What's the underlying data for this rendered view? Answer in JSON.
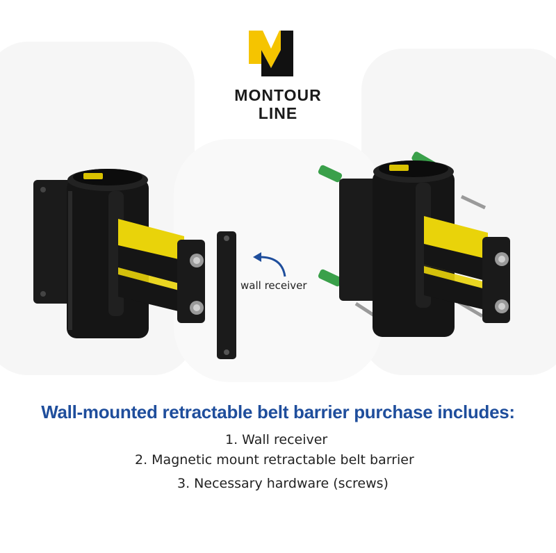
{
  "brand": {
    "name_line1": "MONTOUR",
    "name_line2": "LINE",
    "colors": {
      "yellow": "#f5c400",
      "black": "#111111"
    }
  },
  "images": {
    "left_product": "retractable-belt-barrier-with-wall-receiver",
    "right_product": "retractable-belt-barrier-with-screws-and-anchors"
  },
  "callout": {
    "label": "wall receiver"
  },
  "headline": "Wall-mounted retractable belt barrier purchase includes:",
  "includes": [
    "1. Wall receiver",
    "2. Magnetic mount retractable belt barrier",
    "3. Necessary hardware (screws)"
  ],
  "colors": {
    "headline": "#1f4e9c",
    "belt_yellow": "#e9d30a",
    "belt_black": "#151515",
    "anchor_green": "#3aa04a"
  }
}
